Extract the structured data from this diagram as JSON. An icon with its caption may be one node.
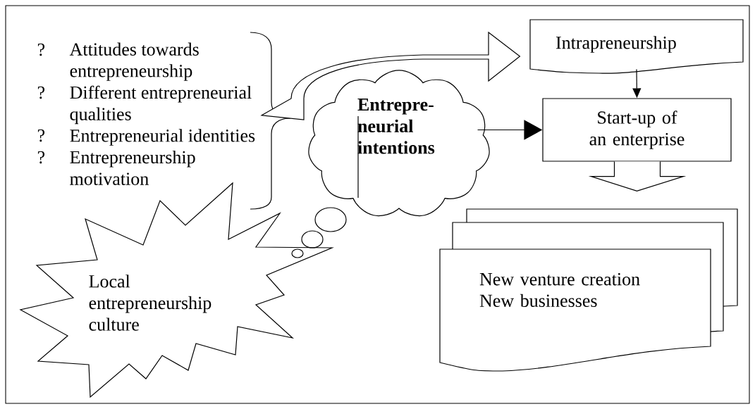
{
  "diagram": {
    "nodes": [
      {
        "text": [
          "Attitudes towards entrepreneurship",
          "Different entrepreneurial qualities",
          "Entrepreneurial identities",
          "Entrepreneurship motivation"
        ]
      },
      {
        "text": [
          "Entrepre- neurial intentions"
        ]
      },
      {
        "text": [
          "Intrapreneurship"
        ]
      },
      {
        "text": [
          "Start-up of an enterprise"
        ]
      },
      {
        "text": [
          "New venture creation",
          "New businesses"
        ]
      },
      {
        "text": [
          "Local entrepreneurship culture"
        ]
      }
    ],
    "edges": [
      {
        "from": 0,
        "to": 2,
        "arrow": "to",
        "style": "thick"
      },
      {
        "from": 2,
        "to": 3,
        "arrow": "to"
      },
      {
        "from": 1,
        "to": 3,
        "arrow": "to"
      },
      {
        "from": 3,
        "to": 4,
        "arrow": "to",
        "style": "thick"
      }
    ],
    "labels": [
      "?",
      "?",
      "?",
      "?"
    ]
  }
}
